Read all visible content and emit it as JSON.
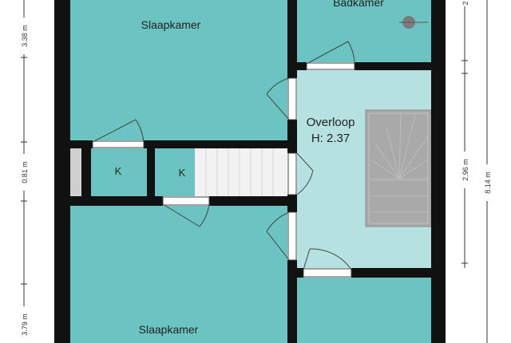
{
  "rooms": {
    "top_bedroom": "Slaapkamer",
    "bottom_bedroom": "Slaapkamer",
    "bathroom": "Badkamer",
    "landing": "Overloop",
    "landing_height": "H: 2.37",
    "closet_left": "K",
    "closet_right": "K"
  },
  "dimensions": {
    "left_top": "3.38 m",
    "left_middle": "0.81 m",
    "left_bottom": "3.79 m",
    "right_middle": "2.96 m",
    "right_total": "8.14 m",
    "right_top_partial": "2"
  },
  "colors": {
    "room_fill": "#6bc4c1",
    "landing_fill": "#b5e2e0",
    "wall": "#111111",
    "stair_fill": "#f2f2f2",
    "landing_stair_fill": "#a9a9a9"
  }
}
